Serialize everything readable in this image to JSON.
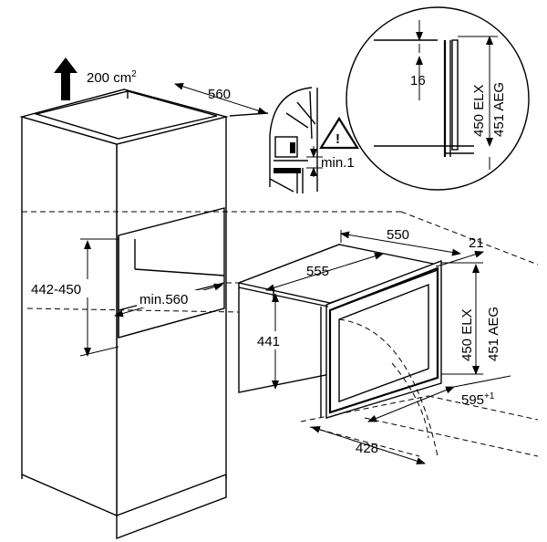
{
  "labels": {
    "vent_area": "200 cm",
    "vent_area_sup": "2",
    "cabinet_depth": "560",
    "niche_height": "442-450",
    "niche_width": "min.560",
    "clearance": "min.1",
    "oven_depth": "550",
    "oven_frame_depth": "21",
    "oven_inner_width": "555",
    "oven_height_elx": "450 ELX",
    "oven_height_aeg": "451 AEG",
    "oven_front_height": "441",
    "oven_width_tol_main": "595",
    "oven_width_tol_sup": "+1",
    "oven_bottom_width": "428",
    "detail_gap": "16",
    "detail_height_elx": "450 ELX",
    "detail_height_aeg": "451 AEG"
  }
}
